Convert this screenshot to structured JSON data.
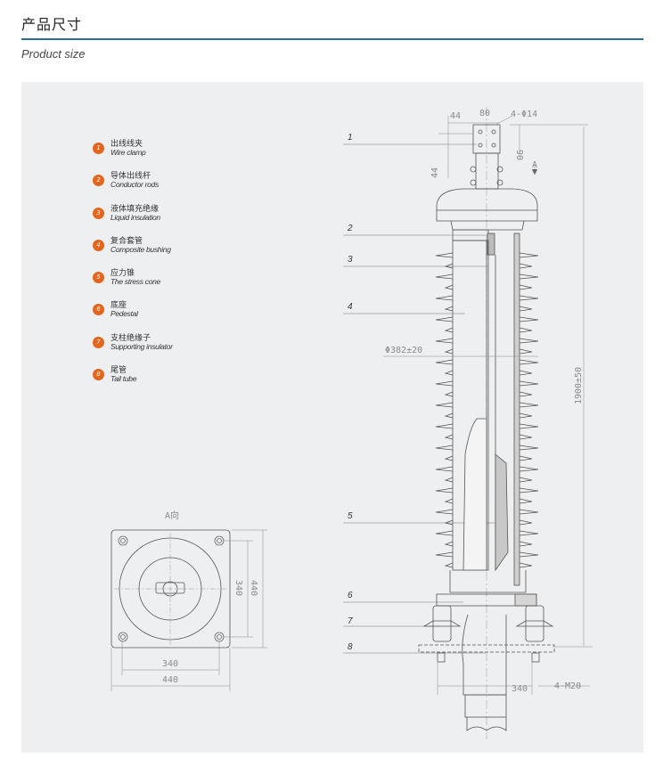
{
  "header": {
    "title": "产品尺寸",
    "subtitle": "Product size"
  },
  "legend": [
    {
      "num": "1",
      "cn": "出线线夹",
      "en": "Wire clamp"
    },
    {
      "num": "2",
      "cn": "导体出线杆",
      "en": "Conductor rods"
    },
    {
      "num": "3",
      "cn": "液体填充绝缘",
      "en": "Liquid insulation"
    },
    {
      "num": "4",
      "cn": "复合套管",
      "en": "Composite bushing"
    },
    {
      "num": "5",
      "cn": "应力锥",
      "en": "The stress cone"
    },
    {
      "num": "6",
      "cn": "底座",
      "en": "Pedestal"
    },
    {
      "num": "7",
      "cn": "支柱绝缘子",
      "en": "Supporting insulator"
    },
    {
      "num": "8",
      "cn": "尾管",
      "en": "Tail tube"
    }
  ],
  "drawing": {
    "callouts": [
      "1",
      "2",
      "3",
      "4",
      "5",
      "6",
      "7",
      "8"
    ],
    "dims": {
      "clamp_offset": "44",
      "clamp_width": "80",
      "clamp_holes": "4-Φ14",
      "clamp_height": "90",
      "clamp_vertical": "44",
      "view_arrow": "A",
      "shed_diameter": "Φ382±20",
      "total_height": "1900±50",
      "base_span": "340",
      "base_bolts": "4-M20"
    },
    "view_a": {
      "title": "A向",
      "inner_h": "340",
      "outer_h": "440",
      "inner_v": "340",
      "outer_v": "440"
    }
  },
  "colors": {
    "accent": "#e3661f",
    "rule": "#2f6a8f",
    "panel": "#eeeff1"
  }
}
